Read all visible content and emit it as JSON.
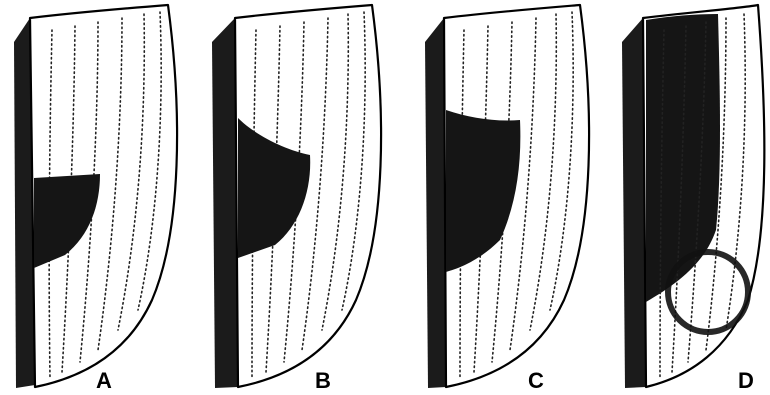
{
  "panels": [
    {
      "id": "A",
      "label": "A"
    },
    {
      "id": "B",
      "label": "B"
    },
    {
      "id": "C",
      "label": "C"
    },
    {
      "id": "D",
      "label": "D"
    }
  ],
  "colors": {
    "outline": "#000000",
    "lesion": "#151515",
    "fiber": "#222222",
    "background": "#ffffff"
  }
}
